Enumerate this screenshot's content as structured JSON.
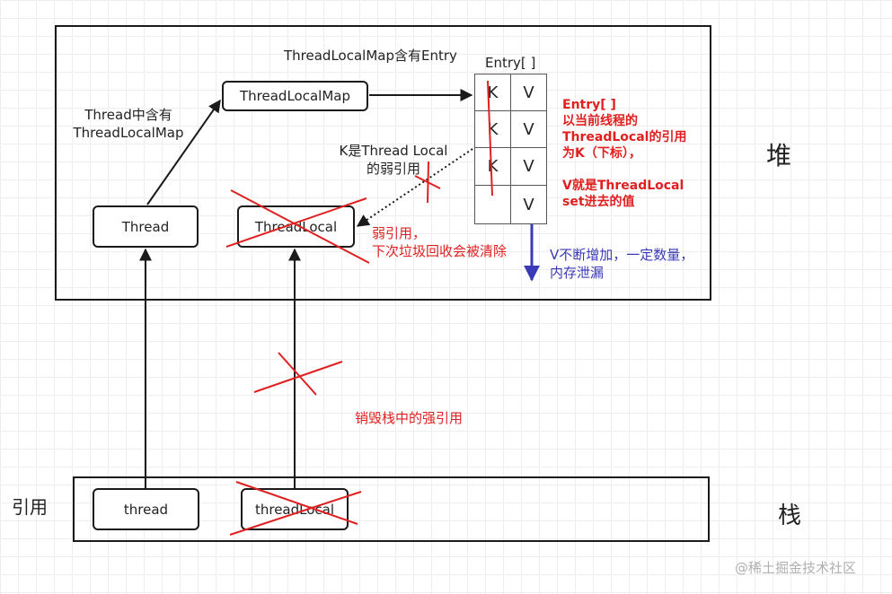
{
  "regions": {
    "heap_label": "堆",
    "stack_label": "栈",
    "ref_label": "引用"
  },
  "heap_boxes": {
    "thread": "Thread",
    "threadlocal": "ThreadLocal",
    "threadlocalmap": "ThreadLocalMap"
  },
  "stack_boxes": {
    "thread": "thread",
    "threadlocal": "threadLocal"
  },
  "entry": {
    "title": "Entry[ ]",
    "rows": [
      {
        "k": "K",
        "v": "V"
      },
      {
        "k": "K",
        "v": "V"
      },
      {
        "k": "K",
        "v": "V"
      },
      {
        "k": "",
        "v": "V"
      }
    ]
  },
  "labels": {
    "thread_has_map": [
      "Thread中含有",
      "ThreadLocalMap"
    ],
    "map_has_entry": "ThreadLocalMap含有Entry",
    "k_weak_ref": [
      "K是Thread Local",
      "的弱引用"
    ],
    "weak_ref_note": [
      "弱引用，",
      "下次垃圾回收会被清除"
    ],
    "entry_note": [
      "Entry[ ]",
      "以当前线程的",
      "ThreadLocal的引用",
      "为K（下标），",
      "",
      "V就是ThreadLocal",
      "set进去的值"
    ],
    "v_growth_note": [
      "V不断增加，一定数量，",
      "内存泄漏"
    ],
    "destroy_stack_ref": "销毁栈中的强引用"
  },
  "watermark": "@稀土掘金技术社区",
  "colors": {
    "red": "#e02020",
    "blue": "#3a3ab8",
    "line": "#1a1a1a"
  }
}
